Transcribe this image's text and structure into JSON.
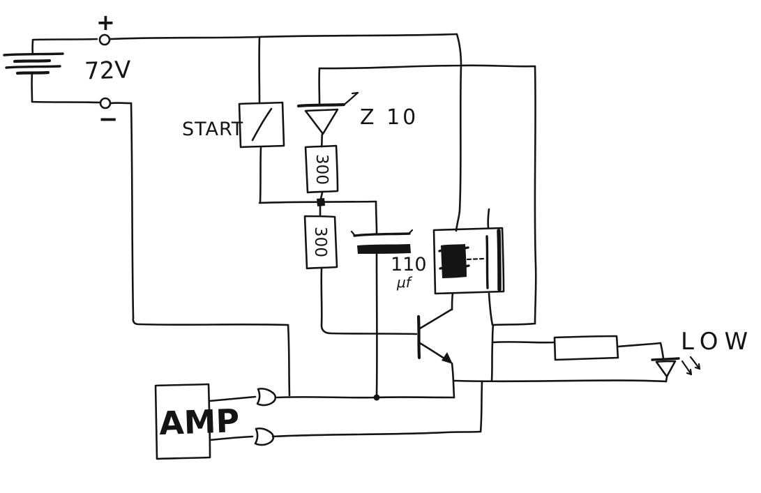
{
  "diagram": {
    "type": "hand-drawn-circuit-schematic",
    "labels": {
      "battery_plus": "+",
      "battery_minus": "−",
      "battery_voltage": "72V",
      "start_switch": "START",
      "zener_diode": "Z 10",
      "resistor_upper": "300",
      "resistor_lower": "300",
      "capacitor_value": "110",
      "capacitor_unit": "μf",
      "amplifier": "AMP",
      "low_indicator": "LOW"
    },
    "colors": {
      "ink": "#141414",
      "background": "#ffffff"
    }
  }
}
